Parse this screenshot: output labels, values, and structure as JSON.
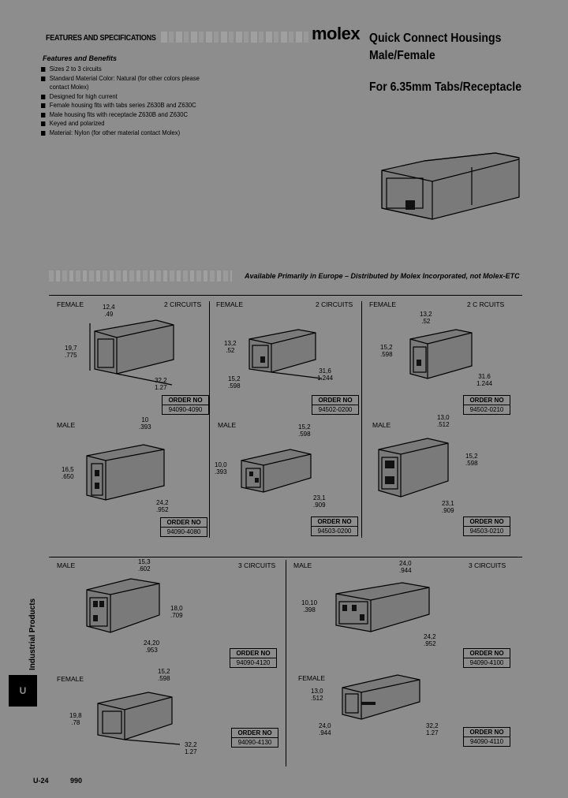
{
  "header": {
    "features_title": "FEATURES AND SPECIFICATIONS",
    "logo": "molex",
    "title_line1": "Quick Connect Housings",
    "title_line2": "Male/Female",
    "subtitle": "For 6.35mm Tabs/Receptacle"
  },
  "features": {
    "heading": "Features and Benefits",
    "items": [
      "Sizes 2 to 3 circuits",
      "Standard Material Color: Natural (for other colors please contact Molex)",
      "Designed for high current",
      "Female housing fits with tabs series Z630B and Z630C",
      "Male housing fits with receptacle Z630B and Z630C",
      "Keyed and polarized",
      "Material: Nylon (for other material contact Molex)"
    ]
  },
  "availability_note": "Available Primarily in Europe – Distributed by Molex Incorporated, not Molex-ETC",
  "order_heading": "ORDER NO",
  "row1": [
    {
      "type": "FEMALE",
      "circuits": "2 CIRCUITS",
      "dimA": "12,4",
      "dimA_in": ".49",
      "dimB": "19,7",
      "dimB_in": ".775",
      "dimC": "32,2",
      "dimC_in": "1.27",
      "order_no": "94090-4090"
    },
    {
      "type": "FEMALE",
      "circuits": "2 CIRCUITS",
      "dimA": "13,2",
      "dimA_in": ".52",
      "dimB": "15,2",
      "dimB_in": ".598",
      "dimC": "31,6",
      "dimC_in": "1.244",
      "order_no": "94502-0200"
    },
    {
      "type": "FEMALE",
      "circuits": "2 C RCUITS",
      "dimA": "13,2",
      "dimA_in": ".52",
      "dimB": "15,2",
      "dimB_in": ".598",
      "dimC": "31.6",
      "dimC_in": "1.244",
      "order_no": "94502-0210"
    }
  ],
  "row2": [
    {
      "type": "MALE",
      "dimA": "10",
      "dimA_in": ".393",
      "dimB": "16,5",
      "dimB_in": ".650",
      "dimC": "24,2",
      "dimC_in": ".952",
      "order_no": "94090-4080"
    },
    {
      "type": "MALE",
      "dimA": "15,2",
      "dimA_in": ".598",
      "dimB": "10,0",
      "dimB_in": ".393",
      "dimC": "23,1",
      "dimC_in": ".909",
      "order_no": "94503-0200"
    },
    {
      "type": "MALE",
      "dimA": "13,0",
      "dimA_in": ".512",
      "dimB": "15,2",
      "dimB_in": ".598",
      "dimC": "23,1",
      "dimC_in": ".909",
      "order_no": "94503-0210"
    }
  ],
  "row3": [
    {
      "type": "MALE",
      "circuits": "3 CIRCUITS",
      "dimA": "15,3",
      "dimA_in": ".602",
      "dimB": "18,0",
      "dimB_in": ".709",
      "dimC": "24,20",
      "dimC_in": ".953",
      "order_no": "94090-4120"
    },
    {
      "type": "MALE",
      "circuits": "3 CIRCUITS",
      "dimA": "24,0",
      "dimA_in": ".944",
      "dimB": "10,10",
      "dimB_in": ".398",
      "dimC": "24,2",
      "dimC_in": ".952",
      "order_no": "94090-4100"
    }
  ],
  "row4": [
    {
      "type": "FEMALE",
      "dimA": "15,2",
      "dimA_in": ".598",
      "dimB": "19,8",
      "dimB_in": ".78",
      "dimC": "32,2",
      "dimC_in": "1.27",
      "order_no": "94090-4130"
    },
    {
      "type": "FEMALE",
      "dimA": "13,0",
      "dimA_in": ".512",
      "dimB": "24,0",
      "dimB_in": ".944",
      "dimC": "32,2",
      "dimC_in": "1.27",
      "order_no": "94090-4110"
    }
  ],
  "side": {
    "tab": "U",
    "label": "Industrial Products"
  },
  "footer": {
    "page": "U-24",
    "code": "990"
  }
}
